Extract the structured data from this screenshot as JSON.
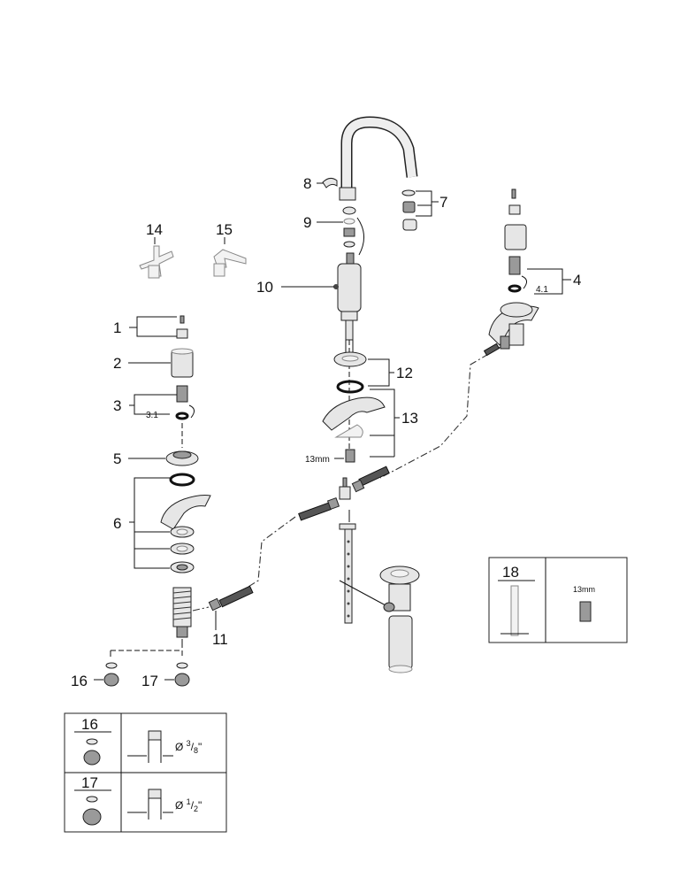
{
  "callouts": {
    "c1": "1",
    "c2": "2",
    "c3": "3",
    "c3_1": "3.1",
    "c4": "4",
    "c4_1": "4.1",
    "c5": "5",
    "c6": "6",
    "c7": "7",
    "c8": "8",
    "c9": "9",
    "c10": "10",
    "c11": "11",
    "c12": "12",
    "c13": "13",
    "c13mm": "13mm",
    "c14": "14",
    "c15": "15",
    "c16": "16",
    "c17": "17"
  },
  "box18": {
    "number": "18",
    "wrench_size": "13mm"
  },
  "box16_17": {
    "row16": {
      "number": "16",
      "diameter_prefix": "Ø ",
      "num": "3",
      "den": "8",
      "unit": "\""
    },
    "row17": {
      "number": "17",
      "diameter_prefix": "Ø ",
      "num": "1",
      "den": "2",
      "unit": "\""
    }
  }
}
